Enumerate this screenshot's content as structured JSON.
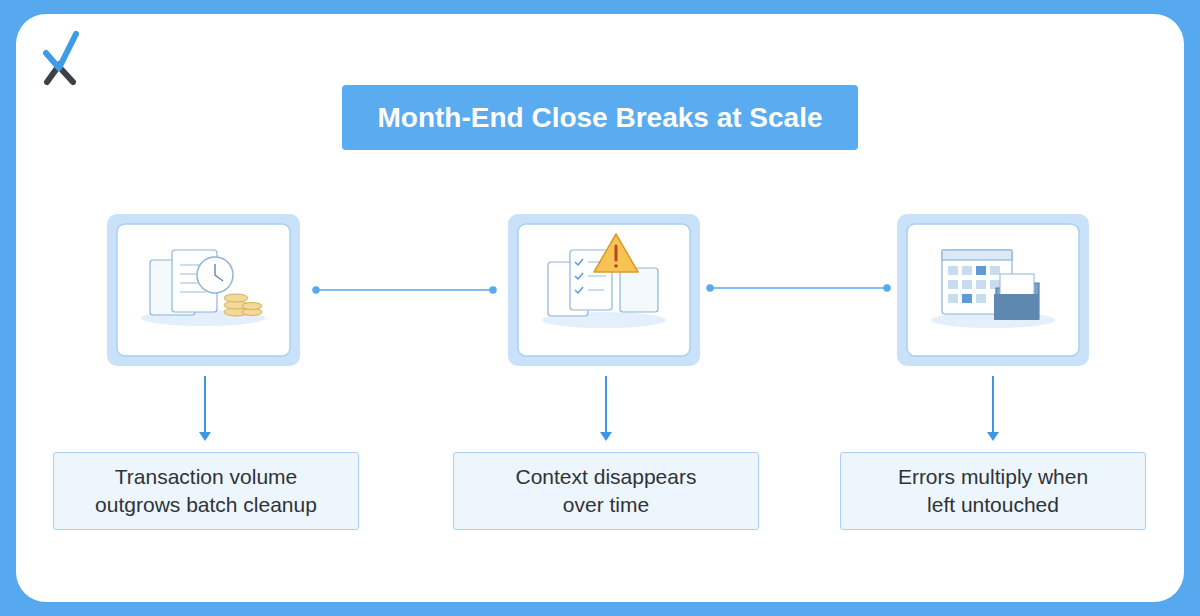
{
  "diagram": {
    "title": "Month-End Close Breaks at Scale",
    "nodes": [
      {
        "text": [
          "Transaction volume outgrows batch cleanup"
        ]
      },
      {
        "text": [
          "Context disappears over time"
        ]
      },
      {
        "text": [
          "Errors multiply when left untouched"
        ]
      }
    ]
  }
}
